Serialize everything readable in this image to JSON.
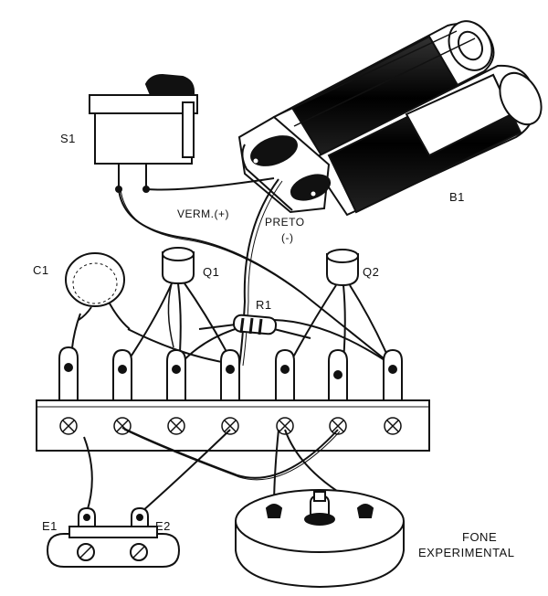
{
  "labels": {
    "s1": "S1",
    "b1": "B1",
    "verm": "VERM.(+)",
    "preto": "PRETO",
    "preto_sign": "(-)",
    "c1": "C1",
    "q1": "Q1",
    "q2": "Q2",
    "r1": "R1",
    "e1": "E1",
    "e2": "E2",
    "fone_1": "FONE",
    "fone_2": "EXPERIMENTAL"
  },
  "colors": {
    "ink": "#111111",
    "paper": "#ffffff",
    "dark": "#1a1a1a"
  },
  "components": [
    {
      "id": "switch",
      "icon": "rocker-switch-icon"
    },
    {
      "id": "battery-holder",
      "icon": "battery-pack-icon",
      "cells": 2
    },
    {
      "id": "capacitor",
      "icon": "disc-capacitor-icon"
    },
    {
      "id": "transistor-q1",
      "icon": "transistor-icon"
    },
    {
      "id": "transistor-q2",
      "icon": "transistor-icon"
    },
    {
      "id": "resistor",
      "icon": "resistor-icon"
    },
    {
      "id": "terminal-strip",
      "icon": "terminal-strip-icon",
      "terminals": 7
    },
    {
      "id": "electrodes",
      "icon": "electrode-plate-icon"
    },
    {
      "id": "earphone",
      "icon": "earphone-icon"
    }
  ]
}
